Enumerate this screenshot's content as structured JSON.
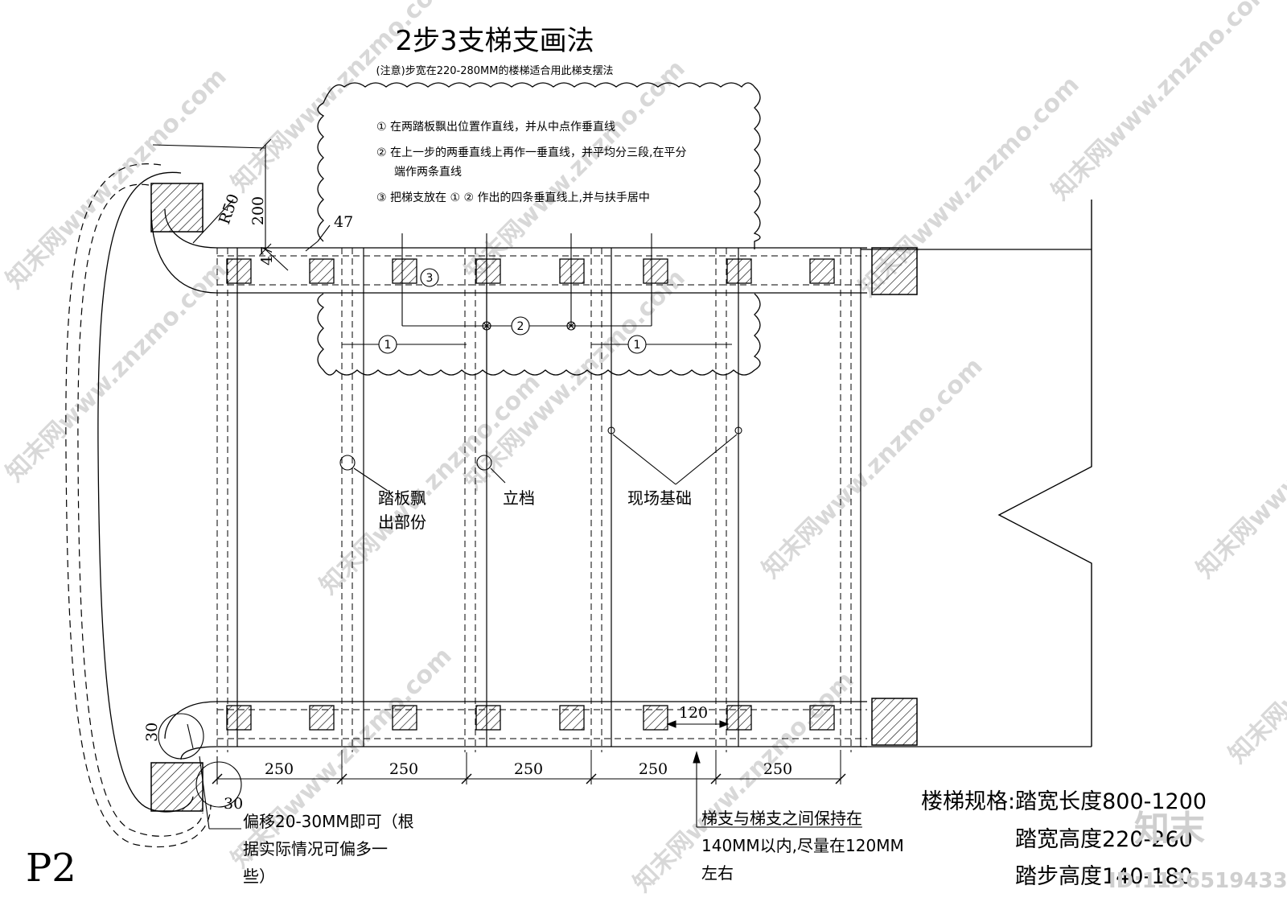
{
  "title": "2步3支梯支画法",
  "subtitle": "(注意)步宽在220-280MM的楼梯适合用此梯支摆法",
  "notes": [
    "① 在两踏板飘出位置作直线，并从中点作垂直线",
    "② 在上一步的两垂直线上再作一垂直线，并平均分三段,在平分",
    "端作两条直线",
    "③ 把梯支放在 ① ② 作出的四条垂直线上,并与扶手居中"
  ],
  "markers": {
    "one": "1",
    "two": "2",
    "three": "3"
  },
  "labels": {
    "tread_overhang": [
      "踏板飘",
      "出部份"
    ],
    "baluster": "立档",
    "site_foundation": "现场基础",
    "offset_note": [
      "偏移20-30MM即可（根",
      "据实际情况可偏多一",
      "些）"
    ],
    "spacing_note": [
      "梯支与梯支之间保持在",
      "140MM以内,尽量在120MM",
      "左右"
    ]
  },
  "dimensions": {
    "spacing": [
      "250",
      "250",
      "250",
      "250",
      "250"
    ],
    "gap": "120",
    "height": "200",
    "radius": "R50",
    "offset": "47",
    "offset_side": "47",
    "corner_a": "30",
    "corner_b": "30"
  },
  "spec": {
    "line1": "楼梯规格:踏宽长度800-1200",
    "line2": "踏宽高度220-260",
    "line3": "踏步高度140-180"
  },
  "page_label": "P2",
  "watermark": {
    "text": "知末网www.znzmo.com",
    "logo": "知末",
    "id": "ID:1136519433"
  },
  "colors": {
    "line": "#000000",
    "watermark": "#d8d8d8"
  }
}
